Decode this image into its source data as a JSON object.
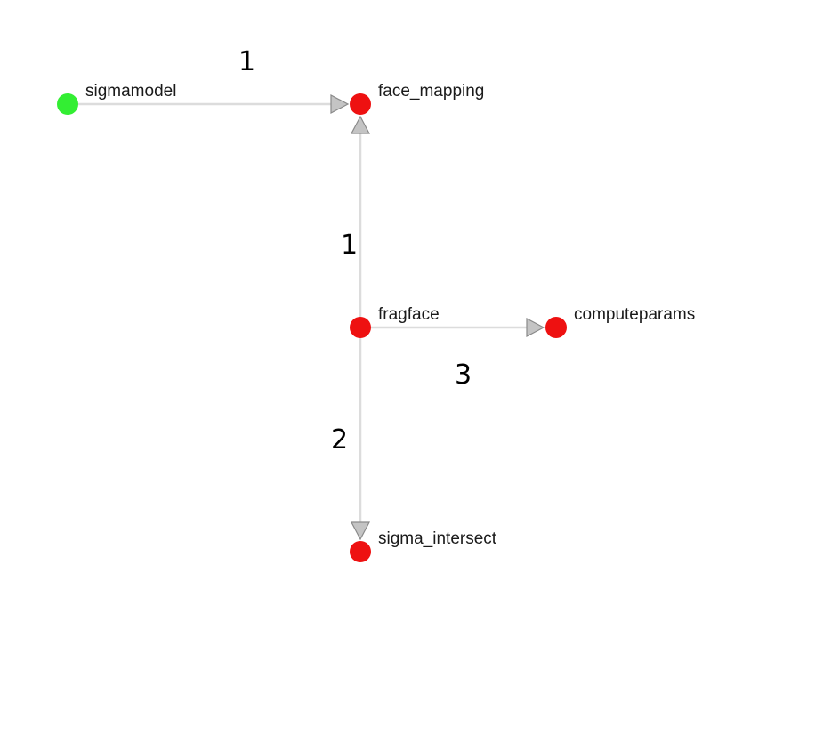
{
  "diagram": {
    "nodes": [
      {
        "id": "sigmamodel",
        "label": "sigmamodel",
        "color": "#33ee33"
      },
      {
        "id": "face_mapping",
        "label": "face_mapping",
        "color": "#ee1111"
      },
      {
        "id": "fragface",
        "label": "fragface",
        "color": "#ee1111"
      },
      {
        "id": "computeparams",
        "label": "computeparams",
        "color": "#ee1111"
      },
      {
        "id": "sigma_intersect",
        "label": "sigma_intersect",
        "color": "#ee1111"
      }
    ],
    "edges": [
      {
        "id": "sigmamodel-to-face_mapping",
        "from": "sigmamodel",
        "to": "face_mapping",
        "label": "1"
      },
      {
        "id": "fragface-to-face_mapping",
        "from": "fragface",
        "to": "face_mapping",
        "label": "1"
      },
      {
        "id": "fragface-to-computeparams",
        "from": "fragface",
        "to": "computeparams",
        "label": "3"
      },
      {
        "id": "fragface-to-sigma_intersect",
        "from": "fragface",
        "to": "sigma_intersect",
        "label": "2"
      }
    ]
  }
}
